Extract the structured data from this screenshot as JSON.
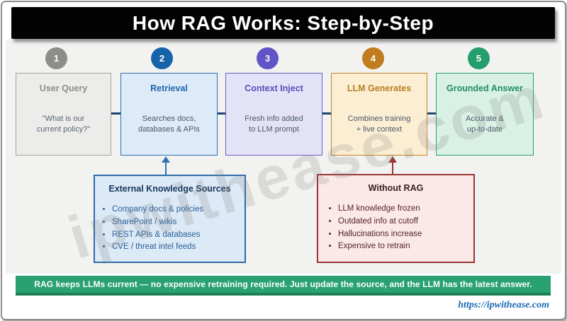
{
  "title": "How RAG Works: Step-by-Step",
  "steps": [
    {
      "number": "1",
      "title": "User Query",
      "body": "\"What is our\ncurrent policy?\"",
      "accent": "#8e8e89"
    },
    {
      "number": "2",
      "title": "Retrieval",
      "body": "Searches docs,\ndatabases & APIs",
      "accent": "#1763a9"
    },
    {
      "number": "3",
      "title": "Context Inject",
      "body": "Fresh info added\nto LLM prompt",
      "accent": "#6054c6"
    },
    {
      "number": "4",
      "title": "LLM Generates",
      "body": "Combines training\n+ live context",
      "accent": "#c07c1e"
    },
    {
      "number": "5",
      "title": "Grounded Answer",
      "body": "Accurate &\nup-to-date",
      "accent": "#259e6e"
    }
  ],
  "callouts": {
    "knowledge": {
      "title": "External Knowledge Sources",
      "items": [
        "Company docs & policies",
        "SharePoint / wikis",
        "REST APIs & databases",
        "CVE / threat intel feeds"
      ],
      "accent": "#2d6ca8"
    },
    "without_rag": {
      "title": "Without RAG",
      "items": [
        "LLM knowledge frozen",
        "Outdated info at cutoff",
        "Hallucinations increase",
        "Expensive to retrain"
      ],
      "accent": "#9c3334"
    }
  },
  "banner": "RAG keeps LLMs current — no expensive retraining required. Just update the source, and the LLM has the latest answer.",
  "banner_color": "#2aa172",
  "footer_url": "https://ipwithease.com",
  "watermark": "ipwithease.com"
}
